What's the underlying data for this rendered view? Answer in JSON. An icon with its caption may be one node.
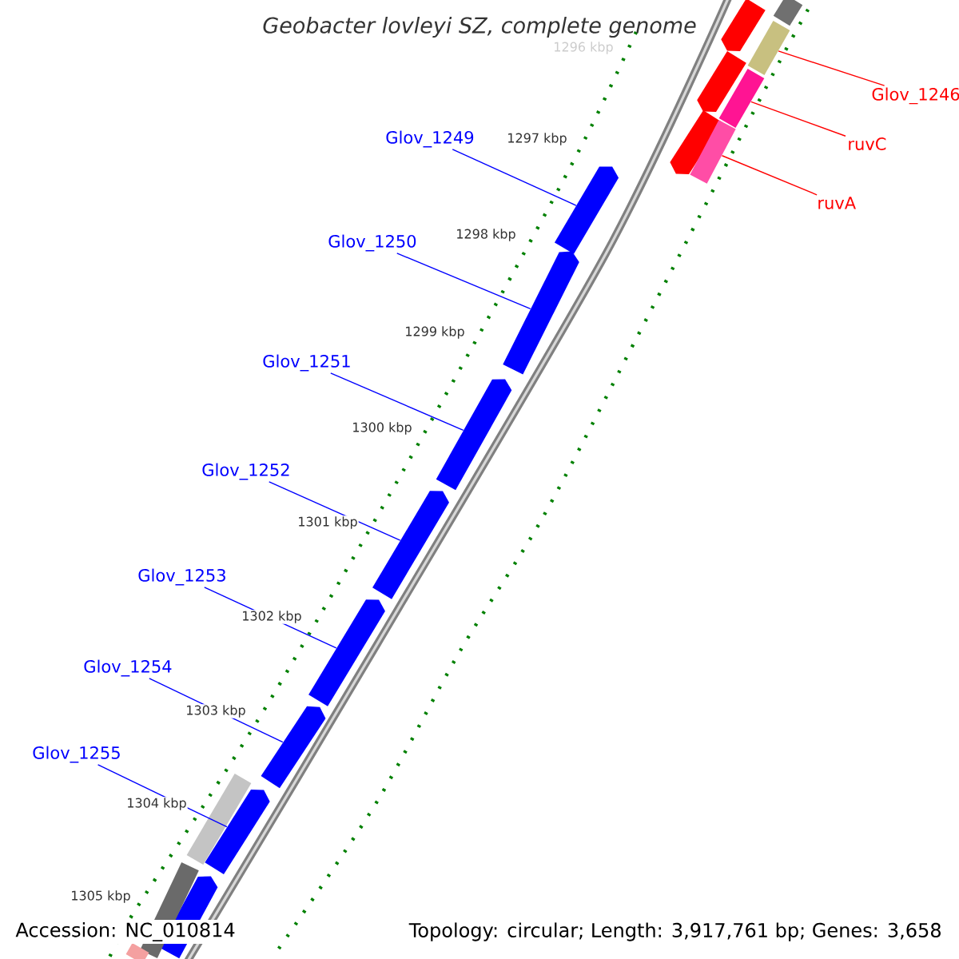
{
  "diagram": {
    "title": "Geobacter lovleyi SZ, complete genome",
    "nodes": [
      {
        "text": [
          "Glov_1249"
        ]
      },
      {
        "text": [
          "Glov_1250"
        ]
      },
      {
        "text": [
          "Glov_1251"
        ]
      },
      {
        "text": [
          "Glov_1252"
        ]
      },
      {
        "text": [
          "Glov_1253"
        ]
      },
      {
        "text": [
          "Glov_1254"
        ]
      },
      {
        "text": [
          "Glov_1255"
        ]
      },
      {
        "text": [
          "Glov_1246"
        ]
      },
      {
        "text": [
          "ruvC"
        ]
      },
      {
        "text": [
          "ruvA"
        ]
      },
      {
        "text": [],
        "shape": "arrow"
      },
      {
        "text": [],
        "shape": "arrow"
      },
      {
        "text": [],
        "shape": "arrow"
      },
      {
        "text": [],
        "shape": "arrow"
      },
      {
        "text": [],
        "shape": "arrow"
      },
      {
        "text": [],
        "shape": "arrow"
      },
      {
        "text": [],
        "shape": "arrow"
      },
      {
        "text": [],
        "shape": "arrow"
      },
      {
        "text": [],
        "shape": "arrow"
      },
      {
        "text": [],
        "shape": "arrow"
      },
      {
        "text": [],
        "shape": "arrow"
      },
      {
        "text": [],
        "shape": "bar"
      },
      {
        "text": [],
        "shape": "bar"
      },
      {
        "text": [],
        "shape": "bar"
      },
      {
        "text": [],
        "shape": "bar"
      },
      {
        "text": [],
        "shape": "bar"
      },
      {
        "text": [],
        "shape": "bar"
      },
      {
        "text": [],
        "shape": "bar"
      }
    ],
    "edges": [
      {
        "from": 0,
        "to": 10,
        "arrow": "none"
      },
      {
        "from": 1,
        "to": 11,
        "arrow": "none"
      },
      {
        "from": 2,
        "to": 12,
        "arrow": "none"
      },
      {
        "from": 3,
        "to": 13,
        "arrow": "none"
      },
      {
        "from": 4,
        "to": 14,
        "arrow": "none"
      },
      {
        "from": 5,
        "to": 15,
        "arrow": "none"
      },
      {
        "from": 6,
        "to": 16,
        "arrow": "none"
      },
      {
        "from": 7,
        "to": 22,
        "arrow": "none",
        "color": "#ff0000"
      },
      {
        "from": 8,
        "to": 23,
        "arrow": "none",
        "color": "#ff0000"
      },
      {
        "from": 9,
        "to": 24,
        "arrow": "none",
        "color": "#ff0000"
      }
    ],
    "labels": [
      "1296 kbp",
      "1297 kbp",
      "1298 kbp",
      "1299 kbp",
      "1300 kbp",
      "1301 kbp",
      "1302 kbp",
      "1303 kbp",
      "1304 kbp",
      "1305 kbp",
      "Accession: NC_010814",
      "Topology: circular; Length: 3,917,761 bp; Genes: 3,658"
    ]
  }
}
